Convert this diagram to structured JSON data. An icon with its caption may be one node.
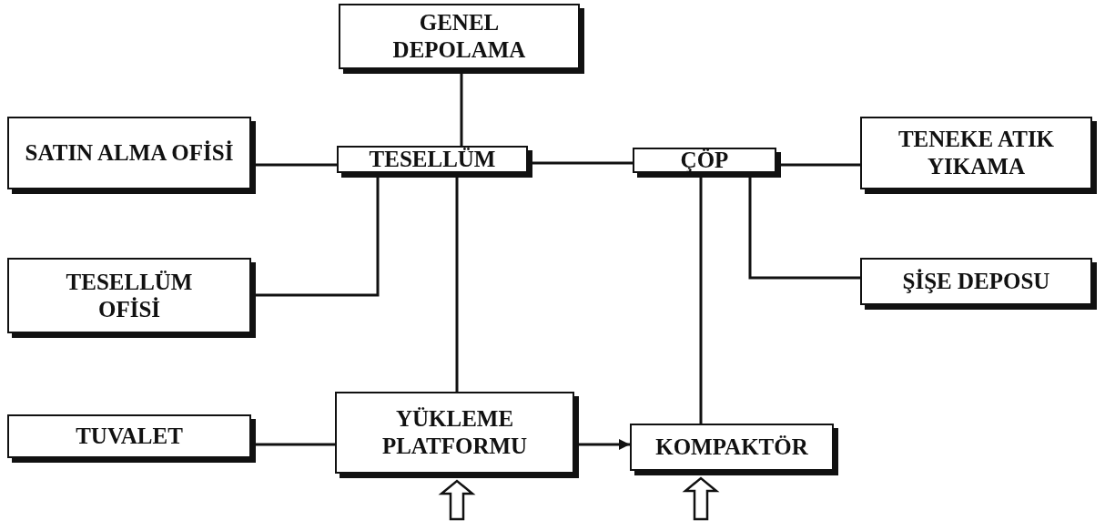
{
  "diagram": {
    "nodes": [
      {
        "text": [
          "GENEL DEPOLAMA"
        ]
      },
      {
        "text": [
          "SATIN ALMA OFİSİ"
        ]
      },
      {
        "text": [
          "TESELLÜM"
        ]
      },
      {
        "text": [
          "ÇÖP"
        ]
      },
      {
        "text": [
          "TENEKE ATIK YIKAMA"
        ]
      },
      {
        "text": [
          "TESELLÜM OFİSİ"
        ]
      },
      {
        "text": [
          "ŞİŞE DEPOSU"
        ]
      },
      {
        "text": [
          "TUVALET"
        ]
      },
      {
        "text": [
          "YÜKLEME PLATFORMU"
        ]
      },
      {
        "text": [
          "KOMPAKTÖR"
        ]
      }
    ],
    "edges": [
      {
        "from": 0,
        "to": 2,
        "arrow": "none"
      },
      {
        "from": 1,
        "to": 2,
        "arrow": "none"
      },
      {
        "from": 2,
        "to": 3,
        "arrow": "none"
      },
      {
        "from": 3,
        "to": 4,
        "arrow": "none"
      },
      {
        "from": 2,
        "to": 5,
        "arrow": "none"
      },
      {
        "from": 3,
        "to": 6,
        "arrow": "none"
      },
      {
        "from": 2,
        "to": 8,
        "arrow": "none"
      },
      {
        "from": 3,
        "to": 9,
        "arrow": "none"
      },
      {
        "from": 7,
        "to": 8,
        "arrow": "none"
      },
      {
        "from": 8,
        "to": 9,
        "arrow": "to"
      },
      {
        "from": null,
        "to": 8,
        "arrow": "to"
      },
      {
        "from": null,
        "to": 9,
        "arrow": "to"
      }
    ]
  }
}
